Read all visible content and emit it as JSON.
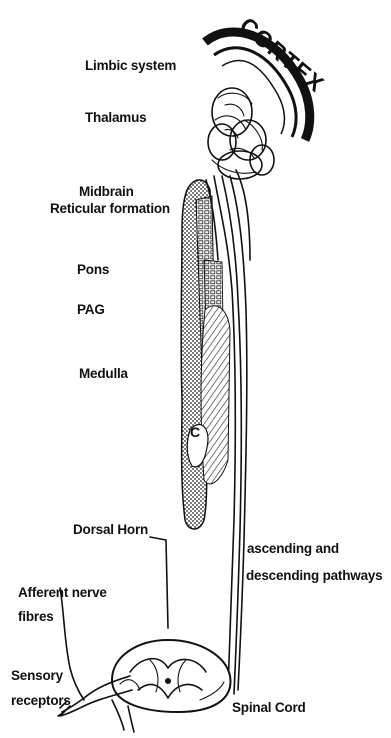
{
  "diagram": {
    "cortex": "CORTEX",
    "labels": {
      "limbic_system": "Limbic system",
      "thalamus": "Thalamus",
      "midbrain": "Midbrain",
      "reticular_formation": "Reticular formation",
      "pons": "Pons",
      "pag": "PAG",
      "medulla": "Medulla",
      "dorsal_horn": "Dorsal Horn",
      "ascending_line1": "ascending and",
      "ascending_line2": "descending pathways",
      "afferent_line1": "Afferent nerve",
      "afferent_line2": "fibres",
      "sensory_line1": "Sensory",
      "sensory_line2": "receptors",
      "spinal_cord": "Spinal Cord"
    }
  }
}
